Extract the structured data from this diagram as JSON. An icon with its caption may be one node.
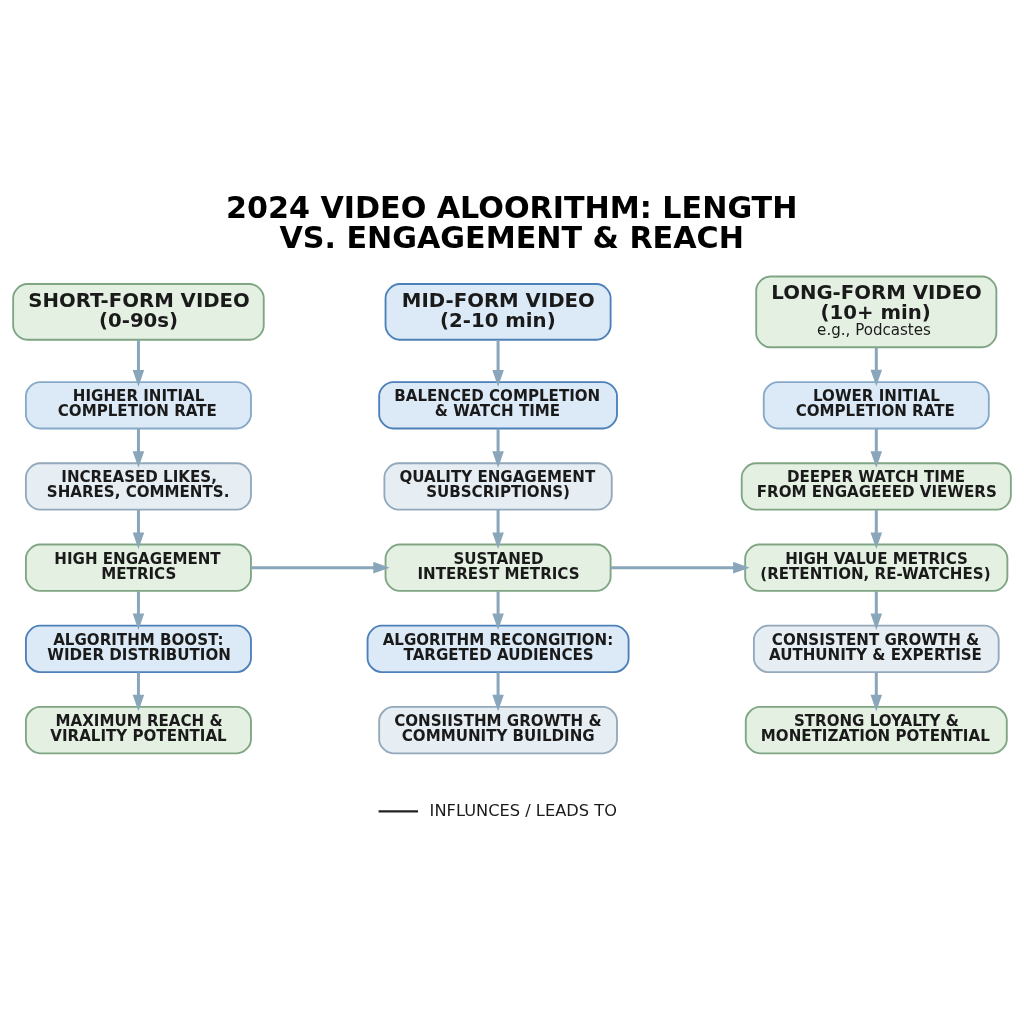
{
  "diagram": {
    "title": "2024 VIDEO ALOORITHM: LENGTH VS. ENGAGEMENT & REACH",
    "nodes": [
      {
        "text": [
          "SHORT-FORM VIDEO (0-90s)"
        ]
      },
      {
        "text": [
          "MID-FORM VIDEO (2-10 min)"
        ]
      },
      {
        "text": [
          "LONG-FORM VIDEO (10+ min)",
          "e.g., Podcastes"
        ]
      },
      {
        "text": [
          "HIGHER INITIAL COMPLETION RATE"
        ]
      },
      {
        "text": [
          "BALENCED COMPLETION & WATCH TIME"
        ]
      },
      {
        "text": [
          "LOWER INITIAL COMPLETION RATE"
        ]
      },
      {
        "text": [
          "INCREASED LIKES, SHARES, COMMENTS."
        ]
      },
      {
        "text": [
          "QUALITY ENGAGEMENT SUBSCRIPTIONS)"
        ]
      },
      {
        "text": [
          "DEEPER WATCH TIME FROM ENGAGEEED VIEWERS"
        ]
      },
      {
        "text": [
          "HIGH ENGAGEMENT METRICS"
        ]
      },
      {
        "text": [
          "SUSTANED INTEREST METRICS"
        ]
      },
      {
        "text": [
          "HIGH VALUE METRICS (RETENTION, RE-WATCHES)"
        ]
      },
      {
        "text": [
          "ALGORITHM BOOST: WIDER DISTRIBUTION"
        ]
      },
      {
        "text": [
          "ALGORITHM RECONGITION: TARGETED AUDIENCES"
        ]
      },
      {
        "text": [
          "CONSISTENT GROWTH & AUTHUNITY & EXPERTISE"
        ]
      },
      {
        "text": [
          "MAXIMUM REACH & VIRALITY POTENTIAL"
        ]
      },
      {
        "text": [
          "CONSIISTHM GROWTH & COMMUNITY BUILDING"
        ]
      },
      {
        "text": [
          "STRONG LOYALTY & MONETIZATION POTENTIAL"
        ]
      }
    ],
    "edges": [
      {
        "from": 0,
        "to": 3,
        "arrow": "to"
      },
      {
        "from": 3,
        "to": 6,
        "arrow": "to"
      },
      {
        "from": 6,
        "to": 9,
        "arrow": "to"
      },
      {
        "from": 9,
        "to": 12,
        "arrow": "to"
      },
      {
        "from": 12,
        "to": 15,
        "arrow": "to"
      },
      {
        "from": 1,
        "to": 4,
        "arrow": "to"
      },
      {
        "from": 4,
        "to": 7,
        "arrow": "to"
      },
      {
        "from": 7,
        "to": 10,
        "arrow": "to"
      },
      {
        "from": 10,
        "to": 13,
        "arrow": "to"
      },
      {
        "from": 13,
        "to": 16,
        "arrow": "to"
      },
      {
        "from": 2,
        "to": 5,
        "arrow": "to"
      },
      {
        "from": 5,
        "to": 8,
        "arrow": "to"
      },
      {
        "from": 8,
        "to": 11,
        "arrow": "to"
      },
      {
        "from": 11,
        "to": 14,
        "arrow": "to"
      },
      {
        "from": 14,
        "to": 17,
        "arrow": "to"
      },
      {
        "from": 9,
        "to": 10,
        "arrow": "to"
      },
      {
        "from": 10,
        "to": 11,
        "arrow": "to"
      }
    ],
    "legend": [
      {
        "text": "INFLUNCES / LEADS TO"
      }
    ]
  }
}
